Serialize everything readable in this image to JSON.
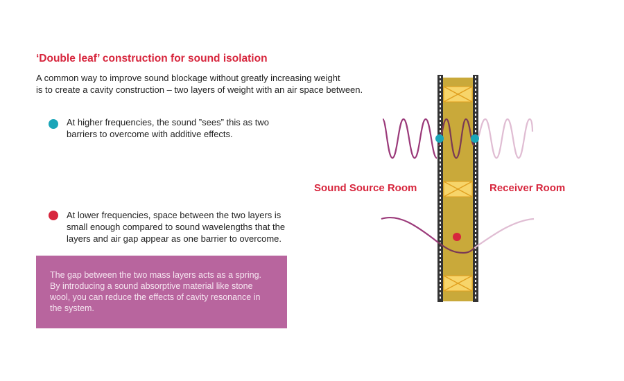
{
  "title": "‘Double leaf’ construction for sound isolation",
  "intro": {
    "line1": "A common way to improve sound blockage without greatly increasing weight",
    "line2": "is to create a cavity construction – two layers of weight with an air space between."
  },
  "bullets": [
    {
      "color": "#1aa5b8",
      "lines": [
        "At higher frequencies, the sound ”sees” this as two",
        "barriers to overcome with additive effects."
      ]
    },
    {
      "color": "#d7263d",
      "lines": [
        "At lower frequencies, space between the two layers is",
        "small enough compared to sound wavelengths that the",
        "layers and air gap appear as one barrier to overcome."
      ]
    }
  ],
  "note": {
    "lines": [
      "The gap between the two mass layers acts as a spring.",
      "By introducing a sound absorptive material like stone",
      "wool, you can reduce the effects of cavity resonance in",
      "the system."
    ],
    "background": "#b8659e"
  },
  "diagram": {
    "source_label": "Sound Source Room",
    "receiver_label": "Receiver Room",
    "colors": {
      "accent": "#d7263d",
      "wave": "#9b3a7a",
      "wave_faded": "#e0bdd3",
      "insulation": "#c9a93a",
      "stud": "#f7d56a",
      "stud_cross": "#e0a020",
      "leaf": "#333333",
      "teal": "#1aa5b8"
    }
  }
}
